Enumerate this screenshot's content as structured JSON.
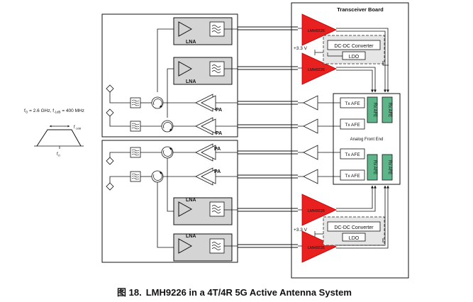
{
  "diagram": {
    "board_title": "Transceiver Board",
    "lna_label": "LNA",
    "pa_label": "PA",
    "amp_label": "LMH9226",
    "dcdc_label": "DC-DC Converter",
    "ldo_label": "LDO",
    "supply_label": "+3.3 V",
    "tx_afe_label": "Tx AFE",
    "rx_afe_label": "Rx AFE",
    "afe_label": "Analog Front End",
    "filter_spec": {
      "f0_prefix": "f",
      "f0_sub": "O",
      "f0_value": " = 2.6 GHz, f",
      "bw_sub": "-1dB",
      "bw_value": " = 400 MHz",
      "axis_f": "f",
      "axis_sub": "O",
      "band_f": "f",
      "band_sub": "-1dB"
    }
  },
  "caption": {
    "figure_number": "图 18.",
    "title": "LMH9226 in a 4T/4R 5G Active Antenna System"
  },
  "colors": {
    "amp_red": "#e8201f",
    "afe_green": "#5fb58a",
    "lna_box_gray": "#d4d4d4",
    "line": "#111111"
  }
}
